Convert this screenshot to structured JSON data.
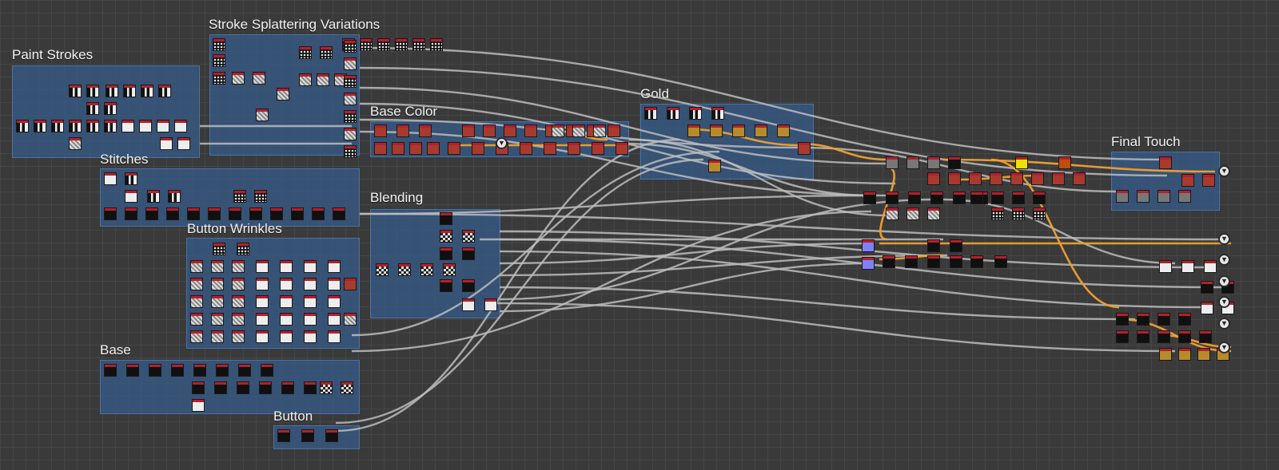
{
  "graph": {
    "frames": [
      {
        "id": "paint",
        "title": "Paint Strokes"
      },
      {
        "id": "splatter",
        "title": "Stroke Splattering Variations"
      },
      {
        "id": "stitches",
        "title": "Stitches"
      },
      {
        "id": "wrinkles",
        "title": "Button Wrinkles"
      },
      {
        "id": "base",
        "title": "Base"
      },
      {
        "id": "button",
        "title": "Button"
      },
      {
        "id": "basecolor",
        "title": "Base Color"
      },
      {
        "id": "blending",
        "title": "Blending"
      },
      {
        "id": "gold",
        "title": "Gold"
      },
      {
        "id": "finaltouch",
        "title": "Final Touch"
      }
    ],
    "output_icon": "output-icon",
    "wire_color": "#bdbdbd",
    "highlight_wire_color": "#f0a030",
    "frame_color": "#345c8c",
    "header_color": "#b3202c"
  }
}
